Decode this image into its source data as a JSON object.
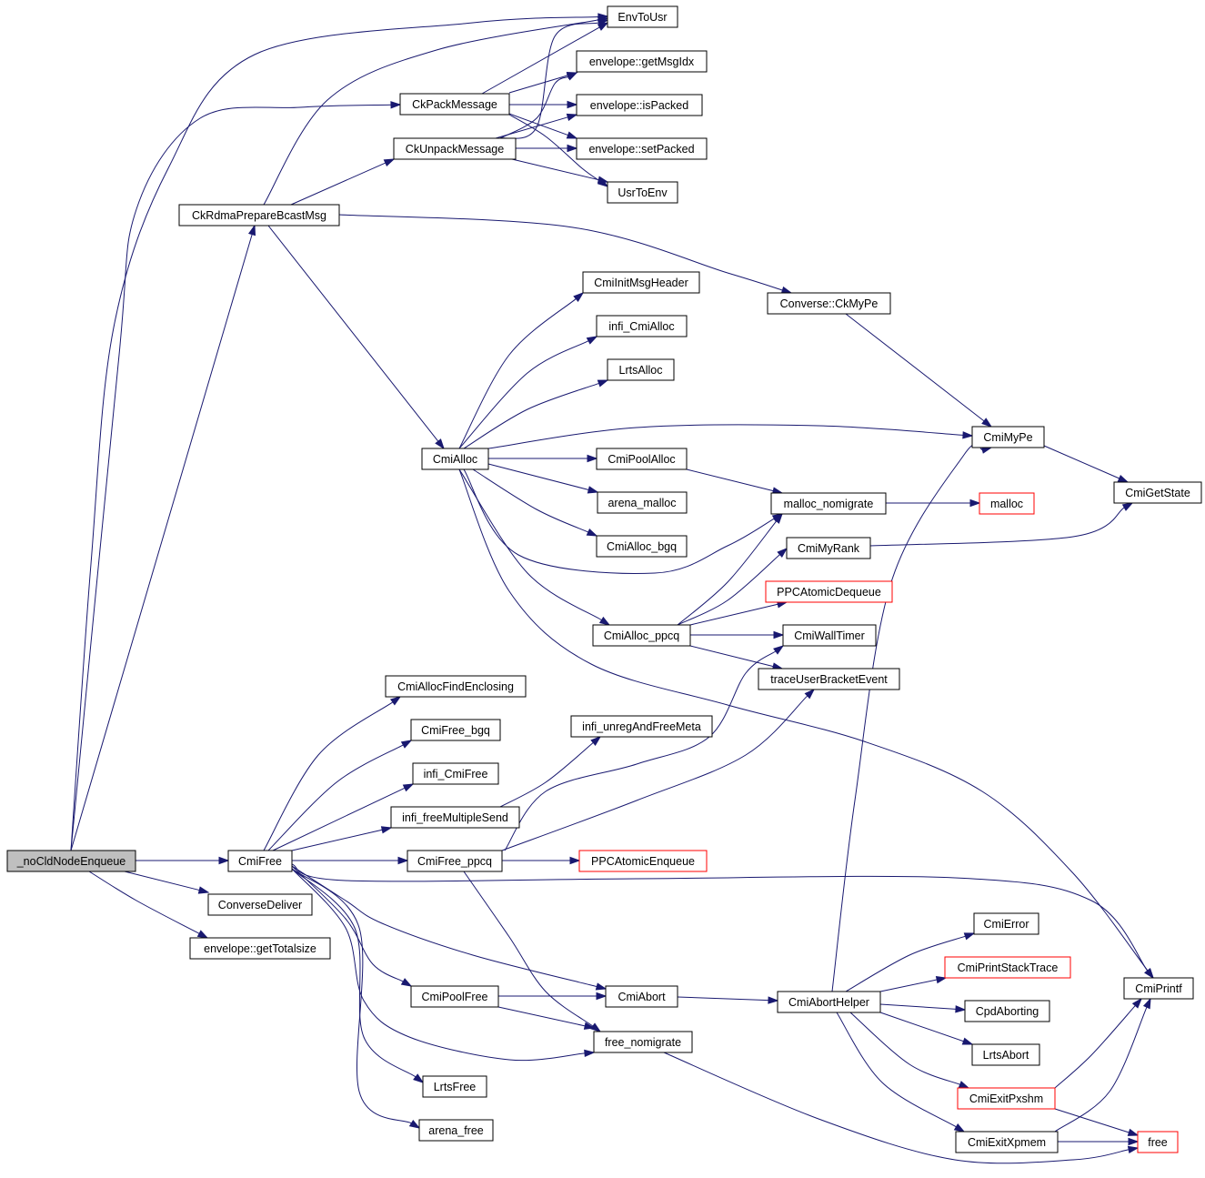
{
  "graph": {
    "root": "_noCldNodeEnqueue",
    "nodes": {
      "noCldNodeEnqueue": "_noCldNodeEnqueue",
      "CkRdmaPrepareBcastMsg": "CkRdmaPrepareBcastMsg",
      "CkPackMessage": "CkPackMessage",
      "CkUnpackMessage": "CkUnpackMessage",
      "EnvToUsr": "EnvToUsr",
      "getMsgIdx": "envelope::getMsgIdx",
      "isPacked": "envelope::isPacked",
      "setPacked": "envelope::setPacked",
      "UsrToEnv": "UsrToEnv",
      "CkMyPe": "Converse::CkMyPe",
      "CmiInitMsgHeader": "CmiInitMsgHeader",
      "infi_CmiAlloc": "infi_CmiAlloc",
      "LrtsAlloc": "LrtsAlloc",
      "CmiAlloc": "CmiAlloc",
      "CmiMyPe": "CmiMyPe",
      "CmiGetState": "CmiGetState",
      "CmiPoolAlloc": "CmiPoolAlloc",
      "arena_malloc": "arena_malloc",
      "malloc_nomigrate": "malloc_nomigrate",
      "malloc": "malloc",
      "CmiAlloc_bgq": "CmiAlloc_bgq",
      "CmiMyRank": "CmiMyRank",
      "PPCAtomicDequeue": "PPCAtomicDequeue",
      "CmiAlloc_ppcq": "CmiAlloc_ppcq",
      "CmiWallTimer": "CmiWallTimer",
      "traceUserBracketEvent": "traceUserBracketEvent",
      "CmiAllocFindEnclosing": "CmiAllocFindEnclosing",
      "CmiFree_bgq": "CmiFree_bgq",
      "infi_unregAndFreeMeta": "infi_unregAndFreeMeta",
      "infi_CmiFree": "infi_CmiFree",
      "infi_freeMultipleSend": "infi_freeMultipleSend",
      "CmiFree": "CmiFree",
      "CmiFree_ppcq": "CmiFree_ppcq",
      "PPCAtomicEnqueue": "PPCAtomicEnqueue",
      "ConverseDeliver": "ConverseDeliver",
      "getTotalsize": "envelope::getTotalsize",
      "CmiError": "CmiError",
      "CmiPrintStackTrace": "CmiPrintStackTrace",
      "CmiPrintf": "CmiPrintf",
      "CmiPoolFree": "CmiPoolFree",
      "CmiAbort": "CmiAbort",
      "CmiAbortHelper": "CmiAbortHelper",
      "CpdAborting": "CpdAborting",
      "free_nomigrate": "free_nomigrate",
      "LrtsAbort": "LrtsAbort",
      "LrtsFree": "LrtsFree",
      "CmiExitPxshm": "CmiExitPxshm",
      "arena_free": "arena_free",
      "CmiExitXpmem": "CmiExitXpmem",
      "free": "free"
    },
    "truncated_nodes": [
      "malloc",
      "PPCAtomicDequeue",
      "PPCAtomicEnqueue",
      "CmiPrintStackTrace",
      "CmiExitPxshm",
      "free"
    ],
    "colors": {
      "edge": "#191970",
      "root_fill": "#bfbfbf",
      "truncated_border": "#ff0000",
      "node_border": "#000000"
    }
  }
}
